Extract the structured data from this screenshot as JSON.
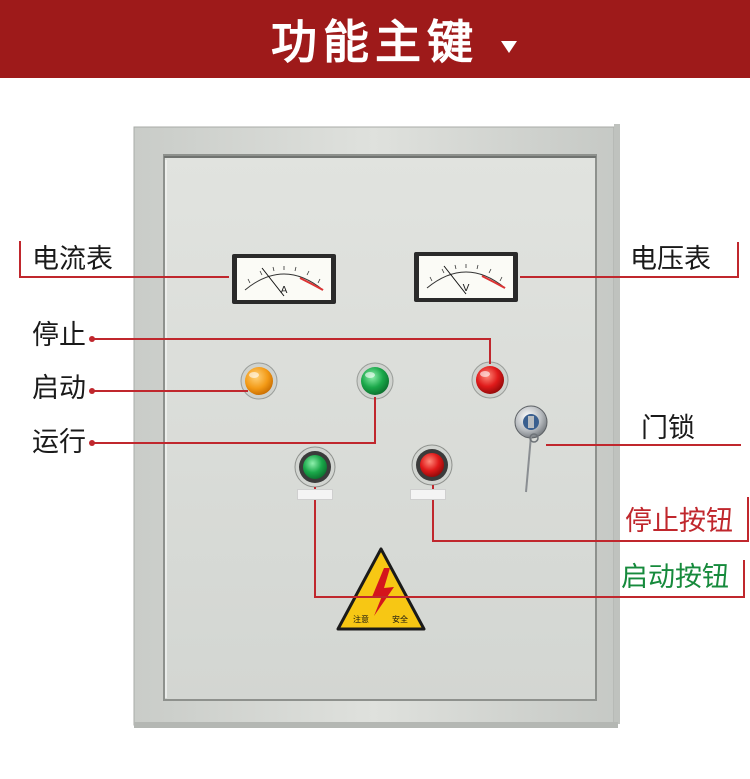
{
  "header": {
    "title": "功能主键",
    "colors": {
      "banner": "#9e1a1a",
      "text": "#ffffff"
    }
  },
  "meters": {
    "ammeter_unit": "A",
    "voltmeter_unit": "V"
  },
  "warning_sign": {
    "left_text": "注意",
    "right_text": "安全"
  },
  "callouts": {
    "ammeter": "电流表",
    "voltmeter": "电压表",
    "stop": "停止",
    "start": "启动",
    "run": "运行",
    "door_lock": "门锁",
    "stop_button": "停止按钮",
    "start_button": "启动按钮"
  },
  "colors": {
    "callout_line": "#c0272d",
    "cabinet": "#d9dcd8",
    "indicator_yellow": "#f39a16",
    "indicator_green": "#1aa84a",
    "indicator_red": "#e01a1a",
    "warning_yellow": "#f7c714"
  }
}
